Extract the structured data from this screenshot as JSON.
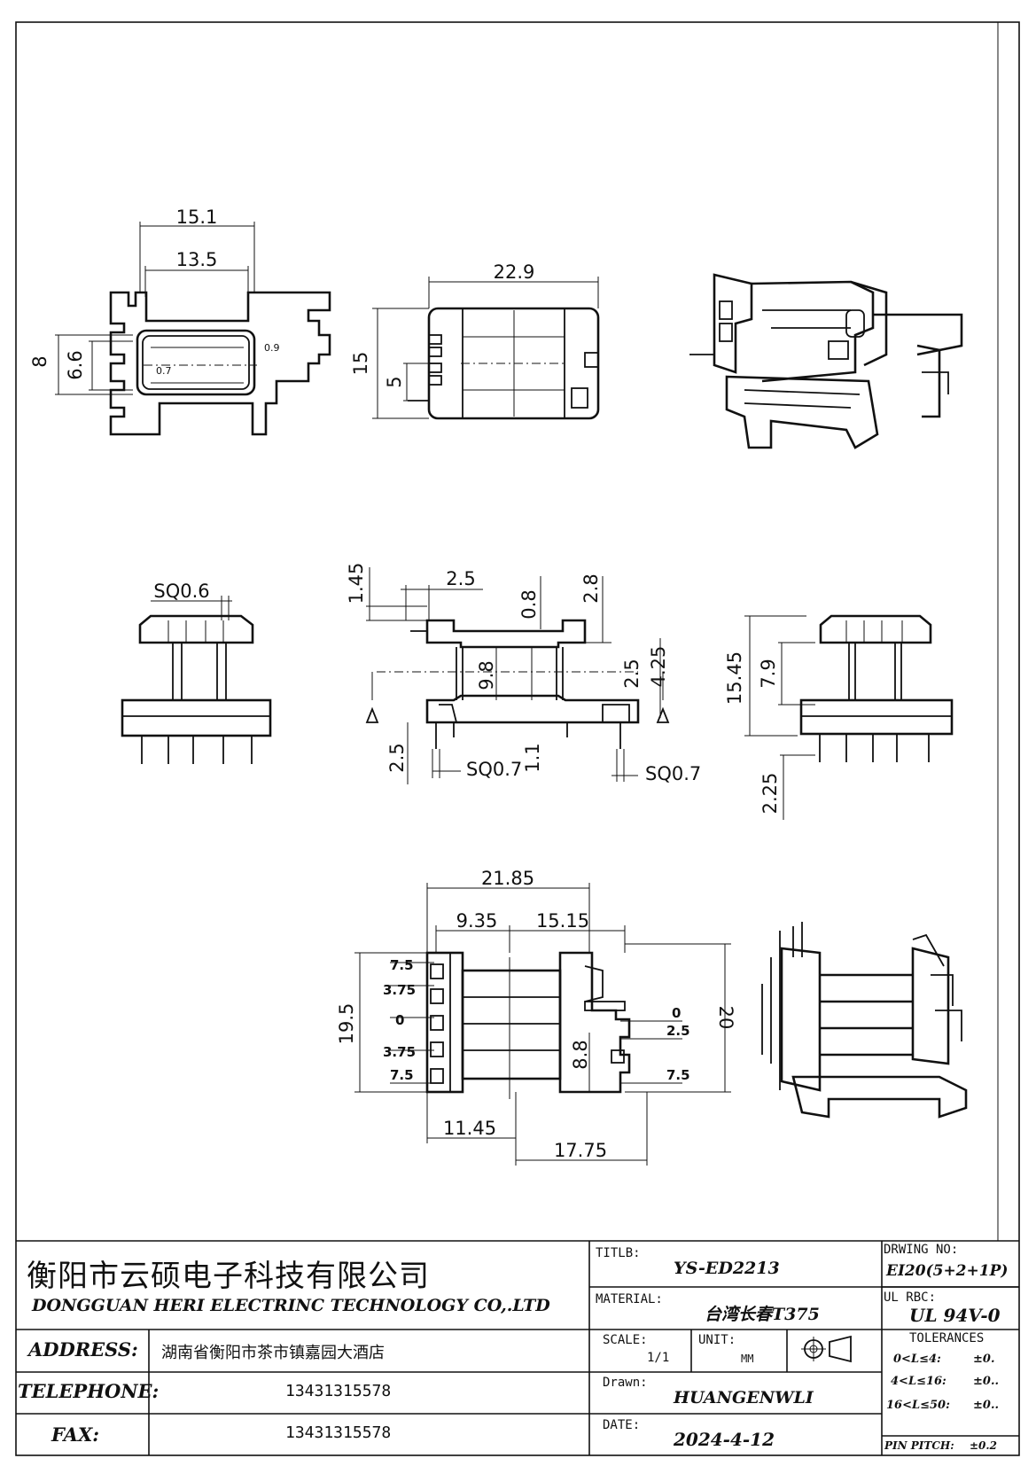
{
  "views": {
    "side_view": {
      "dims": [
        "15.1",
        "13.5",
        "8",
        "6.6",
        "0.9",
        "0.7"
      ]
    },
    "top_view": {
      "dims": [
        "22.9",
        "15",
        "5"
      ]
    },
    "front_view": {
      "dims": [
        "SQ0.6"
      ]
    },
    "section_view": {
      "dims": [
        "1.45",
        "2.5",
        "0.8",
        "2.8",
        "9.8",
        "2.5",
        "4.25",
        "2.5",
        "SQ0.7",
        "1.1",
        "SQ0.7"
      ]
    },
    "right_view": {
      "dims": [
        "15.45",
        "7.9",
        "2.25"
      ]
    },
    "bottom_view": {
      "dims": [
        "21.85",
        "9.35",
        "15.15",
        "19.5",
        "20",
        "11.45",
        "17.75",
        "8.8"
      ],
      "pin_labels_left": [
        "7.5",
        "3.75",
        "0",
        "3.75",
        "7.5"
      ],
      "pin_labels_right": [
        "0",
        "2.5",
        "7.5"
      ]
    }
  },
  "title_block": {
    "company_cn": "衡阳市云硕电子科技有限公司",
    "company_en": "DONGGUAN HERI ELECTRINC TECHNOLOGY CO,.LTD",
    "address_label": "ADDRESS:",
    "address_value": "湖南省衡阳市茶市镇嘉园大酒店",
    "telephone_label": "TELEPHONE:",
    "telephone_value": "13431315578",
    "fax_label": "FAX:",
    "fax_value": "13431315578",
    "title_label": "TITLB:",
    "title_value": "YS-ED2213",
    "material_label": "MATERIAL:",
    "material_value": "台湾长春T375",
    "scale_label": "SCALE:",
    "scale_value": "1/1",
    "unit_label": "UNIT:",
    "unit_value": "MM",
    "drawn_label": "Drawn:",
    "drawn_value": "HUANGENWLI",
    "date_label": "DATE:",
    "date_value": "2024-4-12",
    "drawing_no_label": "DRWING NO:",
    "drawing_no_value": "EI20(5+2+1P)",
    "ul_label": "UL RBC:",
    "ul_value": "UL 94V-0",
    "tolerances_label": "TOLERANCES",
    "tolerances": [
      {
        "range": "0<L≤4:",
        "value": "±0."
      },
      {
        "range": "4<L≤16:",
        "value": "±0.."
      },
      {
        "range": "16<L≤50:",
        "value": "±0.."
      }
    ],
    "pin_pitch_label": "PIN PITCH:",
    "pin_pitch_value": "±0.2"
  }
}
